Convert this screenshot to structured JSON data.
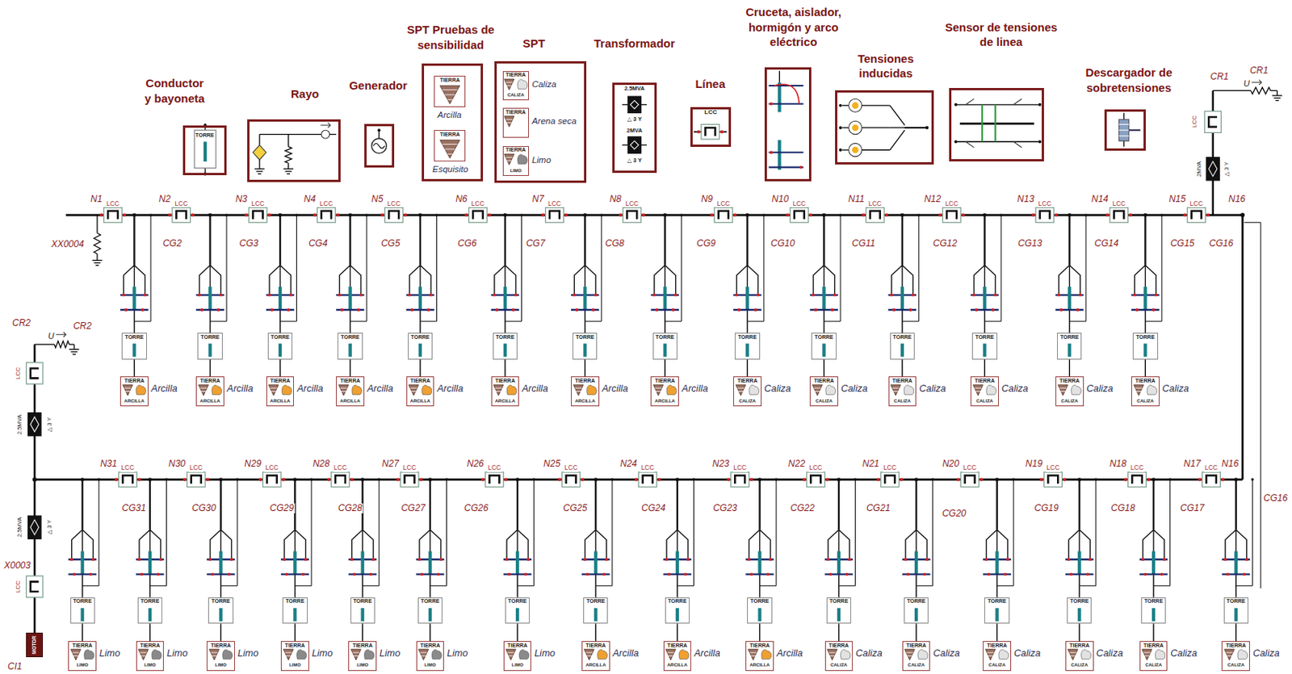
{
  "diagram": {
    "nodes": [
      {
        "text": [
          "Conductor y bayoneta",
          "TORRE"
        ]
      },
      {
        "text": [
          "Rayo"
        ]
      },
      {
        "text": [
          "Generador"
        ]
      },
      {
        "text": [
          "SPT Pruebas de sensibilidad"
        ]
      },
      {
        "text": [
          "TIERRA",
          "Arcilla"
        ],
        "in": 3
      },
      {
        "text": [
          "TIERRA",
          "Esquisito"
        ],
        "in": 3
      },
      {
        "text": [
          "SPT"
        ]
      },
      {
        "text": [
          "TIERRA",
          "CALIZA",
          "Caliza"
        ],
        "in": 6
      },
      {
        "text": [
          "TIERRA",
          "Arena seca"
        ],
        "in": 6
      },
      {
        "text": [
          "TIERRA",
          "LIMO",
          "Limo"
        ],
        "in": 6
      },
      {
        "text": [
          "Transformador",
          "2.5MVA",
          "△ 3 Y",
          "2MVA",
          "△ 3 Y"
        ]
      },
      {
        "text": [
          "Línea",
          "LCC"
        ]
      },
      {
        "text": [
          "Cruceta, aislador, hormigón y arco eléctrico"
        ]
      },
      {
        "text": [
          "Tensiones inducidas"
        ]
      },
      {
        "text": [
          "Sensor de tensiones de linea"
        ]
      },
      {
        "text": [
          "Descargador de sobretensiones"
        ]
      },
      {
        "text": [
          "TORRE"
        ]
      },
      {
        "text": [
          "TORRE"
        ]
      },
      {
        "text": [
          "TORRE"
        ]
      },
      {
        "text": [
          "TORRE"
        ]
      },
      {
        "text": [
          "TORRE"
        ]
      },
      {
        "text": [
          "TORRE"
        ]
      },
      {
        "text": [
          "TORRE"
        ]
      },
      {
        "text": [
          "TORRE"
        ]
      },
      {
        "text": [
          "TORRE"
        ]
      },
      {
        "text": [
          "TORRE"
        ]
      },
      {
        "text": [
          "TORRE"
        ]
      },
      {
        "text": [
          "TORRE"
        ]
      },
      {
        "text": [
          "TORRE"
        ]
      },
      {
        "text": [
          "TORRE"
        ]
      },
      {
        "text": [
          "TIERRA",
          "ARCILLA",
          "Arcilla"
        ]
      },
      {
        "text": [
          "TIERRA",
          "ARCILLA",
          "Arcilla"
        ]
      },
      {
        "text": [
          "TIERRA",
          "ARCILLA",
          "Arcilla"
        ]
      },
      {
        "text": [
          "TIERRA",
          "ARCILLA",
          "Arcilla"
        ]
      },
      {
        "text": [
          "TIERRA",
          "ARCILLA",
          "Arcilla"
        ]
      },
      {
        "text": [
          "TIERRA",
          "ARCILLA",
          "Arcilla"
        ]
      },
      {
        "text": [
          "TIERRA",
          "ARCILLA",
          "Arcilla"
        ]
      },
      {
        "text": [
          "TIERRA",
          "ARCILLA",
          "Arcilla"
        ]
      },
      {
        "text": [
          "TIERRA",
          "CALIZA",
          "Caliza"
        ]
      },
      {
        "text": [
          "TIERRA",
          "CALIZA",
          "Caliza"
        ]
      },
      {
        "text": [
          "TIERRA",
          "CALIZA",
          "Caliza"
        ]
      },
      {
        "text": [
          "TIERRA",
          "CALIZA",
          "Caliza"
        ]
      },
      {
        "text": [
          "TIERRA",
          "CALIZA",
          "Caliza"
        ]
      },
      {
        "text": [
          "TIERRA",
          "CALIZA",
          "Caliza"
        ]
      },
      {
        "text": [
          "TORRE"
        ]
      },
      {
        "text": [
          "TORRE"
        ]
      },
      {
        "text": [
          "TORRE"
        ]
      },
      {
        "text": [
          "TORRE"
        ]
      },
      {
        "text": [
          "TORRE"
        ]
      },
      {
        "text": [
          "TORRE"
        ]
      },
      {
        "text": [
          "TORRE"
        ]
      },
      {
        "text": [
          "TORRE"
        ]
      },
      {
        "text": [
          "TORRE"
        ]
      },
      {
        "text": [
          "TORRE"
        ]
      },
      {
        "text": [
          "TORRE"
        ]
      },
      {
        "text": [
          "TORRE"
        ]
      },
      {
        "text": [
          "TORRE"
        ]
      },
      {
        "text": [
          "TORRE"
        ]
      },
      {
        "text": [
          "TORRE"
        ]
      },
      {
        "text": [
          "TORRE"
        ]
      },
      {
        "text": [
          "TIERRA",
          "LIMO",
          "Limo"
        ]
      },
      {
        "text": [
          "TIERRA",
          "LIMO",
          "Limo"
        ]
      },
      {
        "text": [
          "TIERRA",
          "LIMO",
          "Limo"
        ]
      },
      {
        "text": [
          "TIERRA",
          "LIMO",
          "Limo"
        ]
      },
      {
        "text": [
          "TIERRA",
          "LIMO",
          "Limo"
        ]
      },
      {
        "text": [
          "TIERRA",
          "LIMO",
          "Limo"
        ]
      },
      {
        "text": [
          "TIERRA",
          "LIMO",
          "Limo"
        ]
      },
      {
        "text": [
          "TIERRA",
          "ARCILLA",
          "Arcilla"
        ]
      },
      {
        "text": [
          "TIERRA",
          "ARCILLA",
          "Arcilla"
        ]
      },
      {
        "text": [
          "TIERRA",
          "ARCILLA",
          "Arcilla"
        ]
      },
      {
        "text": [
          "TIERRA",
          "CALIZA",
          "Caliza"
        ]
      },
      {
        "text": [
          "TIERRA",
          "CALIZA",
          "Caliza"
        ]
      },
      {
        "text": [
          "TIERRA",
          "CALIZA",
          "Caliza"
        ]
      },
      {
        "text": [
          "TIERRA",
          "CALIZA",
          "Caliza"
        ]
      },
      {
        "text": [
          "TIERRA",
          "CALIZA",
          "Caliza"
        ]
      },
      {
        "text": [
          "TIERRA",
          "CALIZA",
          "Caliza"
        ]
      },
      {
        "text": [
          "MOTOR"
        ]
      }
    ],
    "edges": [
      {
        "from": 16,
        "to": 30,
        "arrow": "none"
      },
      {
        "from": 17,
        "to": 31,
        "arrow": "none"
      },
      {
        "from": 18,
        "to": 32,
        "arrow": "none"
      },
      {
        "from": 19,
        "to": 33,
        "arrow": "none"
      },
      {
        "from": 20,
        "to": 34,
        "arrow": "none"
      },
      {
        "from": 21,
        "to": 35,
        "arrow": "none"
      },
      {
        "from": 22,
        "to": 36,
        "arrow": "none"
      },
      {
        "from": 23,
        "to": 37,
        "arrow": "none"
      },
      {
        "from": 24,
        "to": 38,
        "arrow": "none"
      },
      {
        "from": 25,
        "to": 39,
        "arrow": "none"
      },
      {
        "from": 26,
        "to": 40,
        "arrow": "none"
      },
      {
        "from": 27,
        "to": 41,
        "arrow": "none"
      },
      {
        "from": 28,
        "to": 42,
        "arrow": "none"
      },
      {
        "from": 29,
        "to": 43,
        "arrow": "none"
      },
      {
        "from": 44,
        "to": 60,
        "arrow": "none"
      },
      {
        "from": 45,
        "to": 61,
        "arrow": "none"
      },
      {
        "from": 46,
        "to": 62,
        "arrow": "none"
      },
      {
        "from": 47,
        "to": 63,
        "arrow": "none"
      },
      {
        "from": 48,
        "to": 64,
        "arrow": "none"
      },
      {
        "from": 49,
        "to": 65,
        "arrow": "none"
      },
      {
        "from": 50,
        "to": 66,
        "arrow": "none"
      },
      {
        "from": 51,
        "to": 67,
        "arrow": "none"
      },
      {
        "from": 52,
        "to": 68,
        "arrow": "none"
      },
      {
        "from": 53,
        "to": 69,
        "arrow": "none"
      },
      {
        "from": 54,
        "to": 70,
        "arrow": "none"
      },
      {
        "from": 55,
        "to": 71,
        "arrow": "none"
      },
      {
        "from": 56,
        "to": 72,
        "arrow": "none"
      },
      {
        "from": 57,
        "to": 73,
        "arrow": "none"
      },
      {
        "from": 58,
        "to": 74,
        "arrow": "none"
      },
      {
        "from": 59,
        "to": 75,
        "arrow": "none"
      }
    ],
    "labels": [
      "N1",
      "N2",
      "N3",
      "N4",
      "N5",
      "N6",
      "N7",
      "N8",
      "N9",
      "N10",
      "N11",
      "N12",
      "N13",
      "N14",
      "N15",
      "N16",
      "LCC",
      "LCC",
      "LCC",
      "LCC",
      "LCC",
      "LCC",
      "LCC",
      "LCC",
      "LCC",
      "LCC",
      "LCC",
      "LCC",
      "LCC",
      "LCC",
      "LCC",
      "CG2",
      "CG3",
      "CG4",
      "CG5",
      "CG6",
      "CG7",
      "CG8",
      "CG9",
      "CG10",
      "CG11",
      "CG12",
      "CG13",
      "CG14",
      "CG15",
      "CG16",
      "N31",
      "N30",
      "N29",
      "N28",
      "N27",
      "N26",
      "N25",
      "N24",
      "N23",
      "N22",
      "N21",
      "N20",
      "N19",
      "N18",
      "N17",
      "N16",
      "LCC",
      "LCC",
      "LCC",
      "LCC",
      "LCC",
      "LCC",
      "LCC",
      "LCC",
      "LCC",
      "LCC",
      "LCC",
      "LCC",
      "LCC",
      "LCC",
      "LCC",
      "CG31",
      "CG30",
      "CG29",
      "CG28",
      "CG27",
      "CG26",
      "CG25",
      "CG24",
      "CG23",
      "CG22",
      "CG21",
      "CG20",
      "CG19",
      "CG18",
      "CG17",
      "CG16",
      "XX0004",
      "CR1",
      "CR1",
      "U",
      "LCC",
      "2MVA",
      "△ 3 Y",
      "CR2",
      "CR2",
      "U",
      "LCC",
      "2.5MVA",
      "△ 3 Y",
      "2.5MVA",
      "△ 3 Y",
      "X0003",
      "LCC",
      "CI1"
    ]
  }
}
